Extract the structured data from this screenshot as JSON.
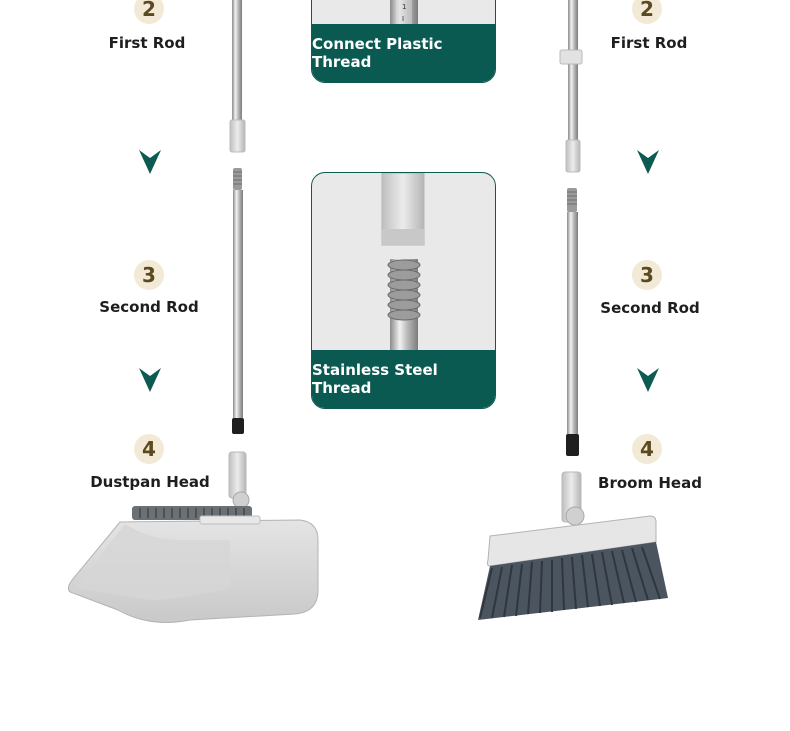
{
  "left_column": {
    "steps": [
      {
        "number": "2",
        "label": "First Rod"
      },
      {
        "number": "3",
        "label": "Second Rod"
      },
      {
        "number": "4",
        "label": "Dustpan Head"
      }
    ]
  },
  "right_column": {
    "steps": [
      {
        "number": "2",
        "label": "First Rod"
      },
      {
        "number": "3",
        "label": "Second Rod"
      },
      {
        "number": "4",
        "label": "Broom Head"
      }
    ]
  },
  "cards": {
    "top_caption": "Connect Plastic Thread",
    "bottom_caption": "Stainless Steel Thread",
    "top_tick_1": "1",
    "top_tick_2": "I"
  },
  "colors": {
    "brand_green": "#0b5a52",
    "arrow": "#0c5a52",
    "badge_bg": "#f2ead6",
    "plastic_gray": "#d9d9d9",
    "bristle": "#4b5560"
  }
}
